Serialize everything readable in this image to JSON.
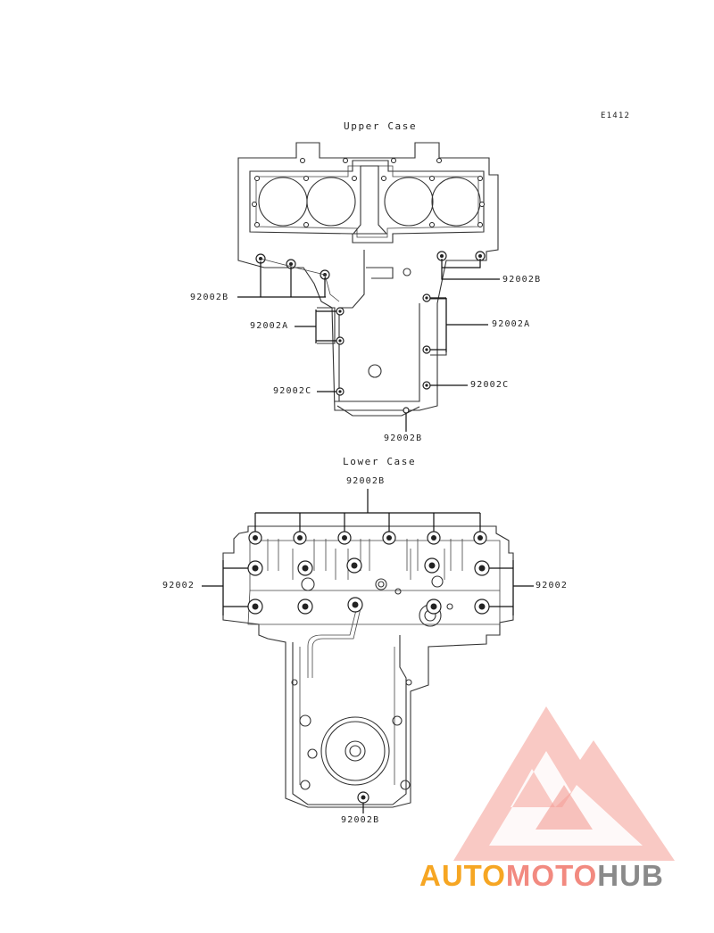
{
  "diagram": {
    "code": "E1412",
    "upper_case": {
      "title": "Upper Case",
      "labels": {
        "left_b": "92002B",
        "right_b": "92002B",
        "left_a": "92002A",
        "right_a": "92002A",
        "left_c": "92002C",
        "right_c": "92002C",
        "bottom_b": "92002B"
      }
    },
    "lower_case": {
      "title": "Lower Case",
      "labels": {
        "top_b": "92002B",
        "left": "92002",
        "right": "92002",
        "bottom_b": "92002B"
      }
    }
  },
  "watermark": {
    "part1": "AUTO",
    "part2": "MOTO",
    "part3": "HUB",
    "color1": "#f6a623",
    "color2": "#f28a80",
    "color3": "#8a8a8a",
    "logo_color": "#f28a80"
  }
}
